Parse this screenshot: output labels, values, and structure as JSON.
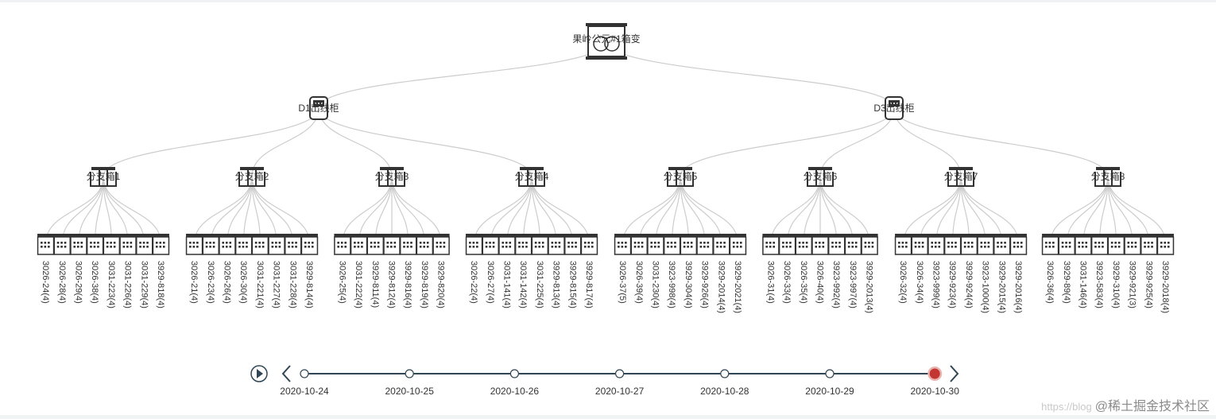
{
  "tree": {
    "root": {
      "label": "果岭公元#1箱变",
      "children": [
        {
          "label": "D1出线柜",
          "children": [
            {
              "label": "分支箱1",
              "leaves": [
                "3026-24(4)",
                "3026-28(4)",
                "3026-29(4)",
                "3026-38(4)",
                "3031-223(4)",
                "3031-226(4)",
                "3031-229(4)",
                "3929-818(4)"
              ]
            },
            {
              "label": "分支箱2",
              "leaves": [
                "3026-21(4)",
                "3026-23(4)",
                "3026-26(4)",
                "3026-30(4)",
                "3031-221(4)",
                "3031-227(4)",
                "3031-228(4)",
                "3929-814(4)"
              ]
            },
            {
              "label": "分支箱3",
              "leaves": [
                "3026-25(4)",
                "3031-222(4)",
                "3929-811(4)",
                "3929-812(4)",
                "3929-816(4)",
                "3929-819(4)",
                "3929-820(4)"
              ]
            },
            {
              "label": "分支箱4",
              "leaves": [
                "3026-22(4)",
                "3026-27(4)",
                "3031-141(4)",
                "3031-142(4)",
                "3031-225(4)",
                "3929-813(4)",
                "3929-815(4)",
                "3929-817(4)"
              ]
            }
          ]
        },
        {
          "label": "D3出线柜",
          "children": [
            {
              "label": "分支箱5",
              "leaves": [
                "3026-37(5)",
                "3026-39(4)",
                "3031-230(4)",
                "3923-998(4)",
                "3929-304(4)",
                "3929-926(4)",
                "3929-2014(4)",
                "3929-2021(4)"
              ]
            },
            {
              "label": "分支箱6",
              "leaves": [
                "3026-31(4)",
                "3026-33(4)",
                "3026-35(4)",
                "3026-40(4)",
                "3923-992(4)",
                "3923-997(4)",
                "3929-2013(4)"
              ]
            },
            {
              "label": "分支箱7",
              "leaves": [
                "3026-32(4)",
                "3026-34(4)",
                "3923-999(4)",
                "3929-923(4)",
                "3929-924(4)",
                "3923-1000(4)",
                "3929-2015(4)",
                "3929-2016(4)"
              ]
            },
            {
              "label": "分支箱8",
              "leaves": [
                "3026-36(4)",
                "3929-89(4)",
                "3031-146(4)",
                "3923-583(4)",
                "3929-310(4)",
                "3929-921(3)",
                "3929-925(4)",
                "3929-2018(4)"
              ]
            }
          ]
        }
      ]
    }
  },
  "timeline": {
    "dates": [
      "2020-10-24",
      "2020-10-25",
      "2020-10-26",
      "2020-10-27",
      "2020-10-28",
      "2020-10-29",
      "2020-10-30"
    ],
    "current_index": 6,
    "accent_color": "#c23531",
    "line_color": "#304654",
    "icons": {
      "play": "play-icon",
      "prev": "chevron-left-icon",
      "next": "chevron-right-icon"
    }
  },
  "watermark": {
    "url_text": "https://blog",
    "brand_text": "@稀土掘金技术社区"
  }
}
